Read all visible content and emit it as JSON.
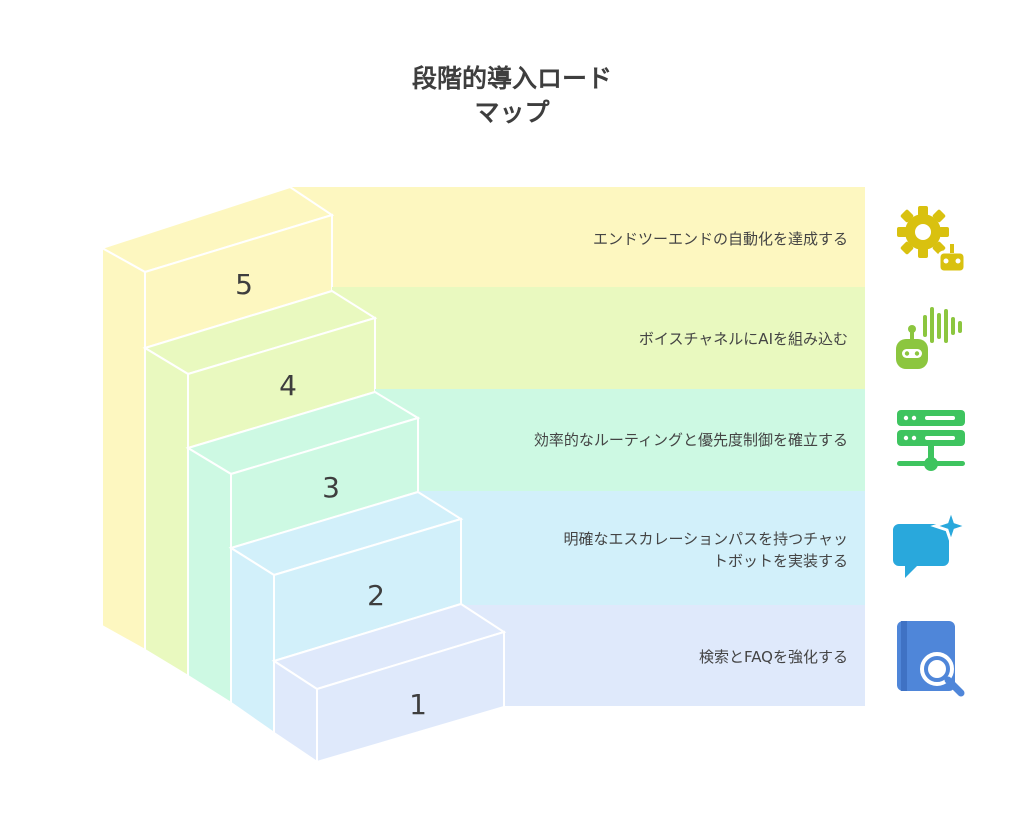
{
  "title": {
    "line1": "段階的導入ロード",
    "line2": "マップ"
  },
  "steps": [
    {
      "number": "1",
      "line1": "検索とFAQを強化する",
      "line2": "",
      "icon": "search-document-icon"
    },
    {
      "number": "2",
      "line1": "明確なエスカレーションパスを持つチャッ",
      "line2": "トボットを実装する",
      "icon": "chat-sparkle-icon"
    },
    {
      "number": "3",
      "line1": "効率的なルーティングと優先度制御を確立する",
      "line2": "",
      "icon": "server-network-icon"
    },
    {
      "number": "4",
      "line1": "ボイスチャネルにAIを組み込む",
      "line2": "",
      "icon": "voice-robot-icon"
    },
    {
      "number": "5",
      "line1": "エンドツーエンドの自動化を達成する",
      "line2": "",
      "icon": "gear-robot-icon"
    }
  ],
  "colors": {
    "step1": "#dfe9fb",
    "step2": "#d2f0fa",
    "step3": "#cdf9e3",
    "step4": "#e9f9bf",
    "step5": "#fdf7c0",
    "icon1": "#4f86d9",
    "icon2": "#29a8dc",
    "icon3": "#3ec45f",
    "icon4": "#8cc63f",
    "icon5": "#d9c10f",
    "title": "#3e3e3e"
  }
}
